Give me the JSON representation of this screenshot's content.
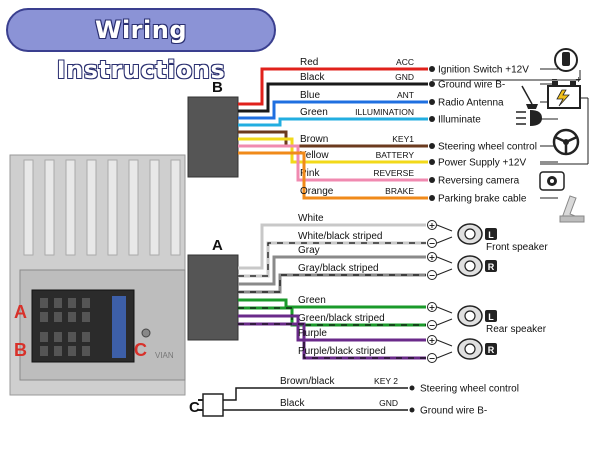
{
  "title": "Wiring Instructions",
  "connectors": {
    "a": "A",
    "b": "B",
    "c": "C"
  },
  "radio_labels": [
    "A",
    "B",
    "C"
  ],
  "radio_brand": "VIAN",
  "wires_b": [
    {
      "color_name": "Red",
      "code": "ACC",
      "device": "Ignition Switch +12V",
      "color": "#e0211b"
    },
    {
      "color_name": "Black",
      "code": "GND",
      "device": "Ground wire B-",
      "color": "#1a1a1a"
    },
    {
      "color_name": "Blue",
      "code": "ANT",
      "device": "Radio Antenna",
      "color": "#1f6fe0"
    },
    {
      "color_name": "Green",
      "code": "ILLUMINATION",
      "device": "Illuminate",
      "color": "#22aee0"
    },
    {
      "color_name": "Brown",
      "code": "KEY1",
      "device": "Steering wheel control",
      "color": "#6b3a1e"
    },
    {
      "color_name": "Yellow",
      "code": "BATTERY",
      "device": "Power Supply +12V",
      "color": "#f2d91a"
    },
    {
      "color_name": "Pink",
      "code": "REVERSE",
      "device": "Reversing camera",
      "color": "#f08ab0"
    },
    {
      "color_name": "Orange",
      "code": "BRAKE",
      "device": "Parking brake cable",
      "color": "#f08a1a"
    }
  ],
  "wires_a": [
    {
      "color_name": "White",
      "color": "#c8c8c8"
    },
    {
      "color_name": "White/black striped",
      "color": "#c8c8c8"
    },
    {
      "color_name": "Gray",
      "color": "#8a8a8a"
    },
    {
      "color_name": "Gray/black striped",
      "color": "#8a8a8a"
    },
    {
      "color_name": "Green",
      "color": "#1a9a2a"
    },
    {
      "color_name": "Green/black striped",
      "color": "#1a9a2a"
    },
    {
      "color_name": "Purple",
      "color": "#6a2a8a"
    },
    {
      "color_name": "Purple/black striped",
      "color": "#6a2a8a"
    }
  ],
  "speakers": [
    {
      "channel": "L",
      "label": "Front speaker"
    },
    {
      "channel": "R",
      "label": ""
    },
    {
      "channel": "L",
      "label": "Rear speaker"
    },
    {
      "channel": "R",
      "label": ""
    }
  ],
  "wires_c": [
    {
      "color_name": "Brown/black",
      "code": "KEY 2",
      "device": "Steering wheel control"
    },
    {
      "color_name": "Black",
      "code": "GND",
      "device": "Ground wire B-"
    }
  ],
  "signs": {
    "plus": "+",
    "minus": "−"
  },
  "icon_texts": {
    "battery_plus": "+",
    "battery_minus": "−"
  }
}
